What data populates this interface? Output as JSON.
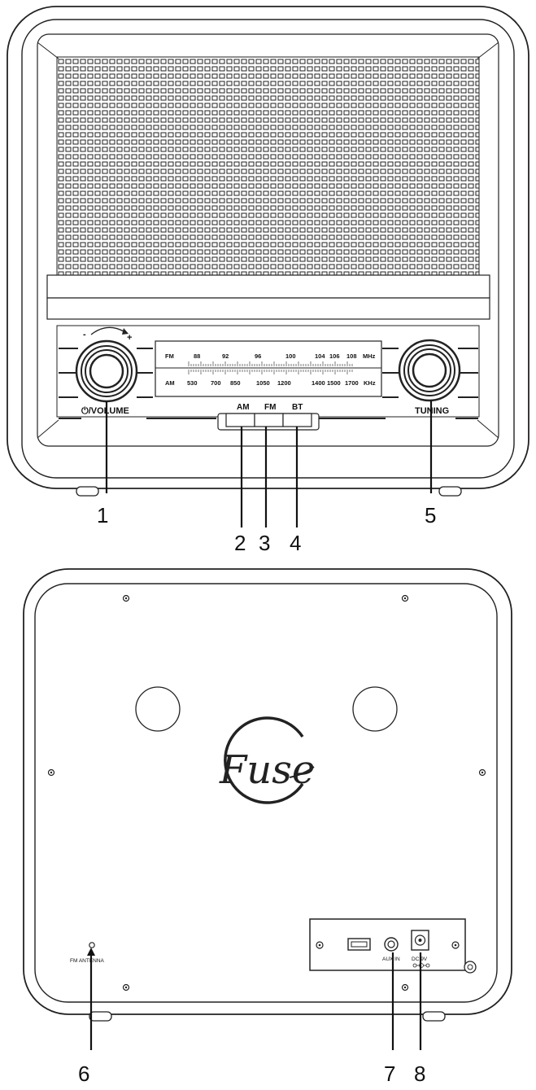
{
  "front": {
    "volume_label": "⏻/VOLUME",
    "volume_minus": "-",
    "volume_plus": "+",
    "tuning_label": "TUNING",
    "dial": {
      "fm_band": "FM",
      "fm_marks": [
        "88",
        "92",
        "96",
        "100",
        "104",
        "106",
        "108"
      ],
      "fm_unit": "MHz",
      "am_band": "AM",
      "am_marks": [
        "530",
        "700",
        "850",
        "1050",
        "1200",
        "1400",
        "1500",
        "1700"
      ],
      "am_unit": "KHz"
    },
    "buttons": [
      "AM",
      "FM",
      "BT"
    ]
  },
  "back": {
    "logo": "Fuse",
    "antenna_label": "FM ANTENNA",
    "aux_label": "AUX IN",
    "dc_label": "DC 9V"
  },
  "callouts": [
    "1",
    "2",
    "3",
    "4",
    "5",
    "6",
    "7",
    "8"
  ]
}
